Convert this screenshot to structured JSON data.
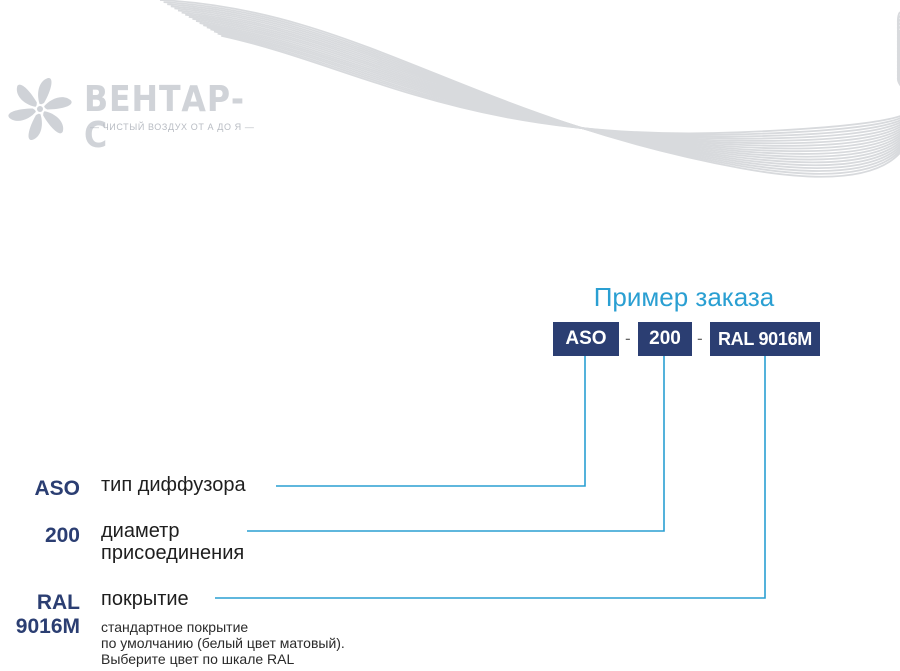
{
  "logo": {
    "icon": "fan-icon",
    "name": "ВЕНТАР-С",
    "slogan": "— ЧИСТЫЙ ВОЗДУХ ОТ А ДО Я —"
  },
  "order_example": {
    "title": "Пример заказа",
    "codes": [
      "ASO",
      "200",
      "RAL 9016M"
    ],
    "separator": "-"
  },
  "legend": [
    {
      "code": "ASO",
      "text": "тип диффузора"
    },
    {
      "code": "200",
      "text": "диаметр\nприсоединения"
    },
    {
      "code": "RAL\n9016M",
      "text": "покрытие",
      "note": "стандартное покрытие\nпо умолчанию (белый цвет матовый).\nВыберите цвет по шкале RAL"
    }
  ],
  "colors": {
    "box": "#2b3e72",
    "accent": "#2a9fd2",
    "code_text": "#2b3e72",
    "decor_lines": "#d8dadd",
    "logo": "#d0d3d8"
  }
}
